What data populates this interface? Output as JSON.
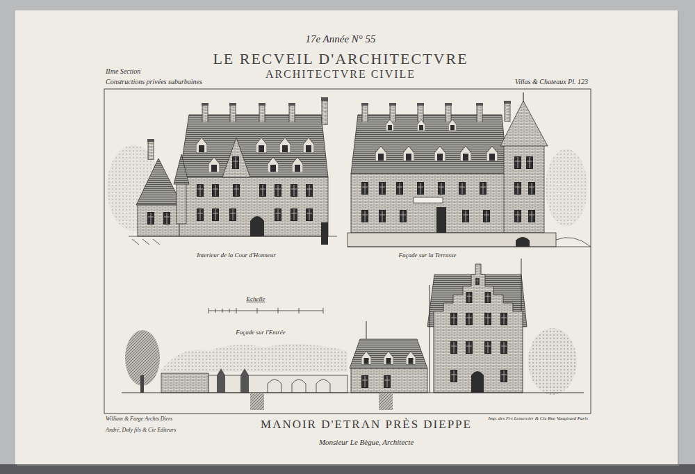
{
  "diagram": {
    "title": "LE RECVEIL D'ARCHITECTVRE",
    "labels": [
      "17e Année N° 55",
      "ARCHITECTVRE CIVILE",
      "IIme Section",
      "Constructions privées suburbaines",
      "Villas & Chateaux Pl. 123",
      "Interieur de la Cour d'Honneur",
      "Façade sur la Terrasse",
      "Echelle",
      "Façade sur l'Entrée",
      "William & Farge Archts Dirrs",
      "André, Daly fils & Cie Editeurs",
      "Imp. des Frs Lemercier & Cie Rue Vaugirard Paris",
      "MANOIR D'ETRAN PRÈS DIEPPE",
      "Monsieur Le Bègue, Architecte"
    ]
  }
}
